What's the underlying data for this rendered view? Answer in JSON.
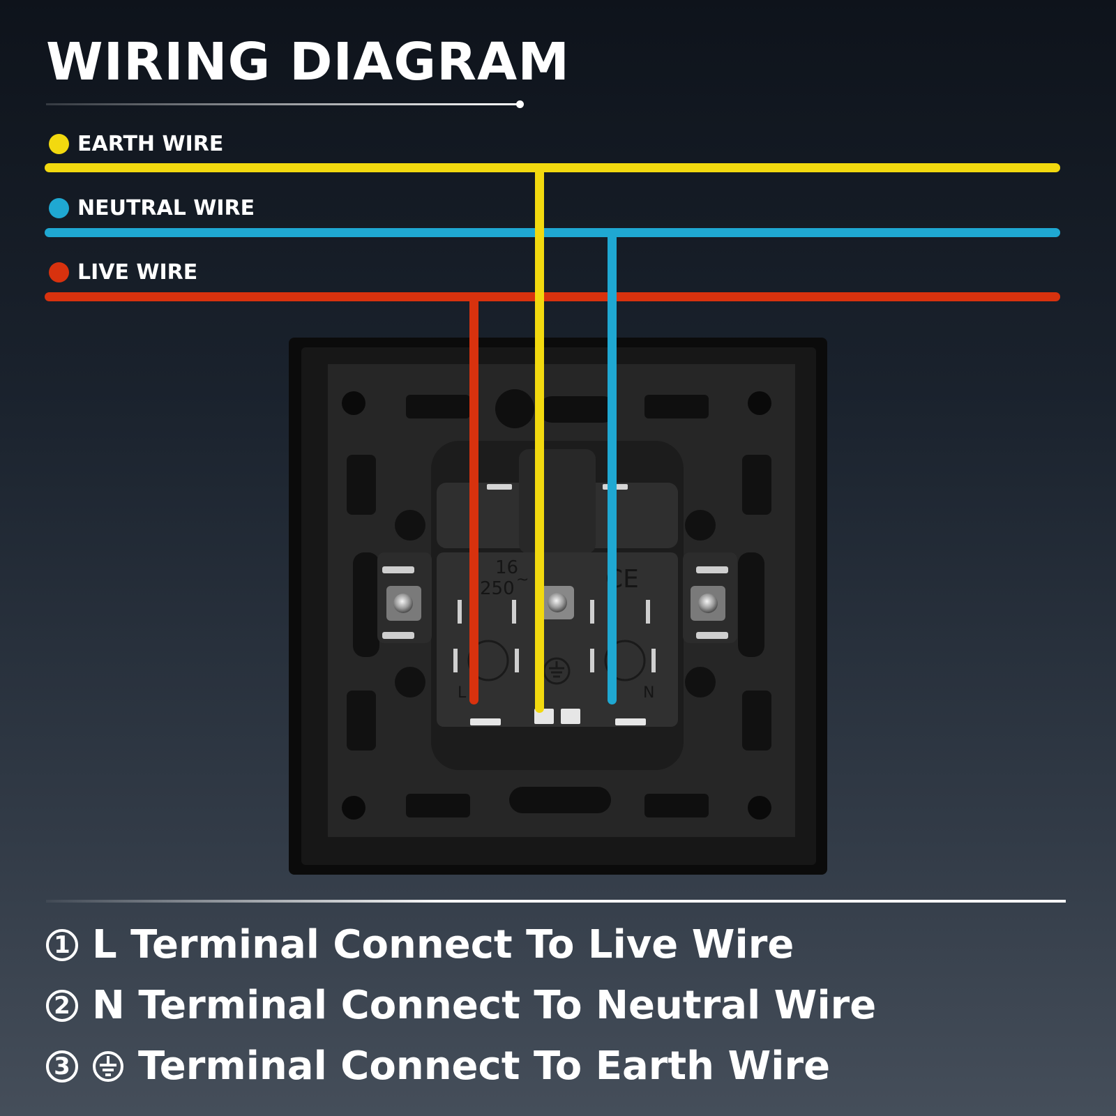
{
  "title": "WIRING DIAGRAM",
  "legend": [
    {
      "label": "EARTH WIRE",
      "color": "#f2d90f"
    },
    {
      "label": "NEUTRAL WIRE",
      "color": "#1fa8d2"
    },
    {
      "label": "LIVE WIRE",
      "color": "#d8320e"
    }
  ],
  "socket": {
    "rating_top": "16",
    "rating_bottom": "250",
    "rating_suffix": "~",
    "mark": "CE",
    "left_terminal": "L",
    "right_terminal": "N"
  },
  "steps": [
    {
      "number": "1",
      "text": "L Terminal Connect To Live Wire"
    },
    {
      "number": "2",
      "text": "N Terminal Connect To Neutral Wire"
    },
    {
      "number": "3",
      "text": "Terminal Connect To Earth Wire"
    }
  ]
}
